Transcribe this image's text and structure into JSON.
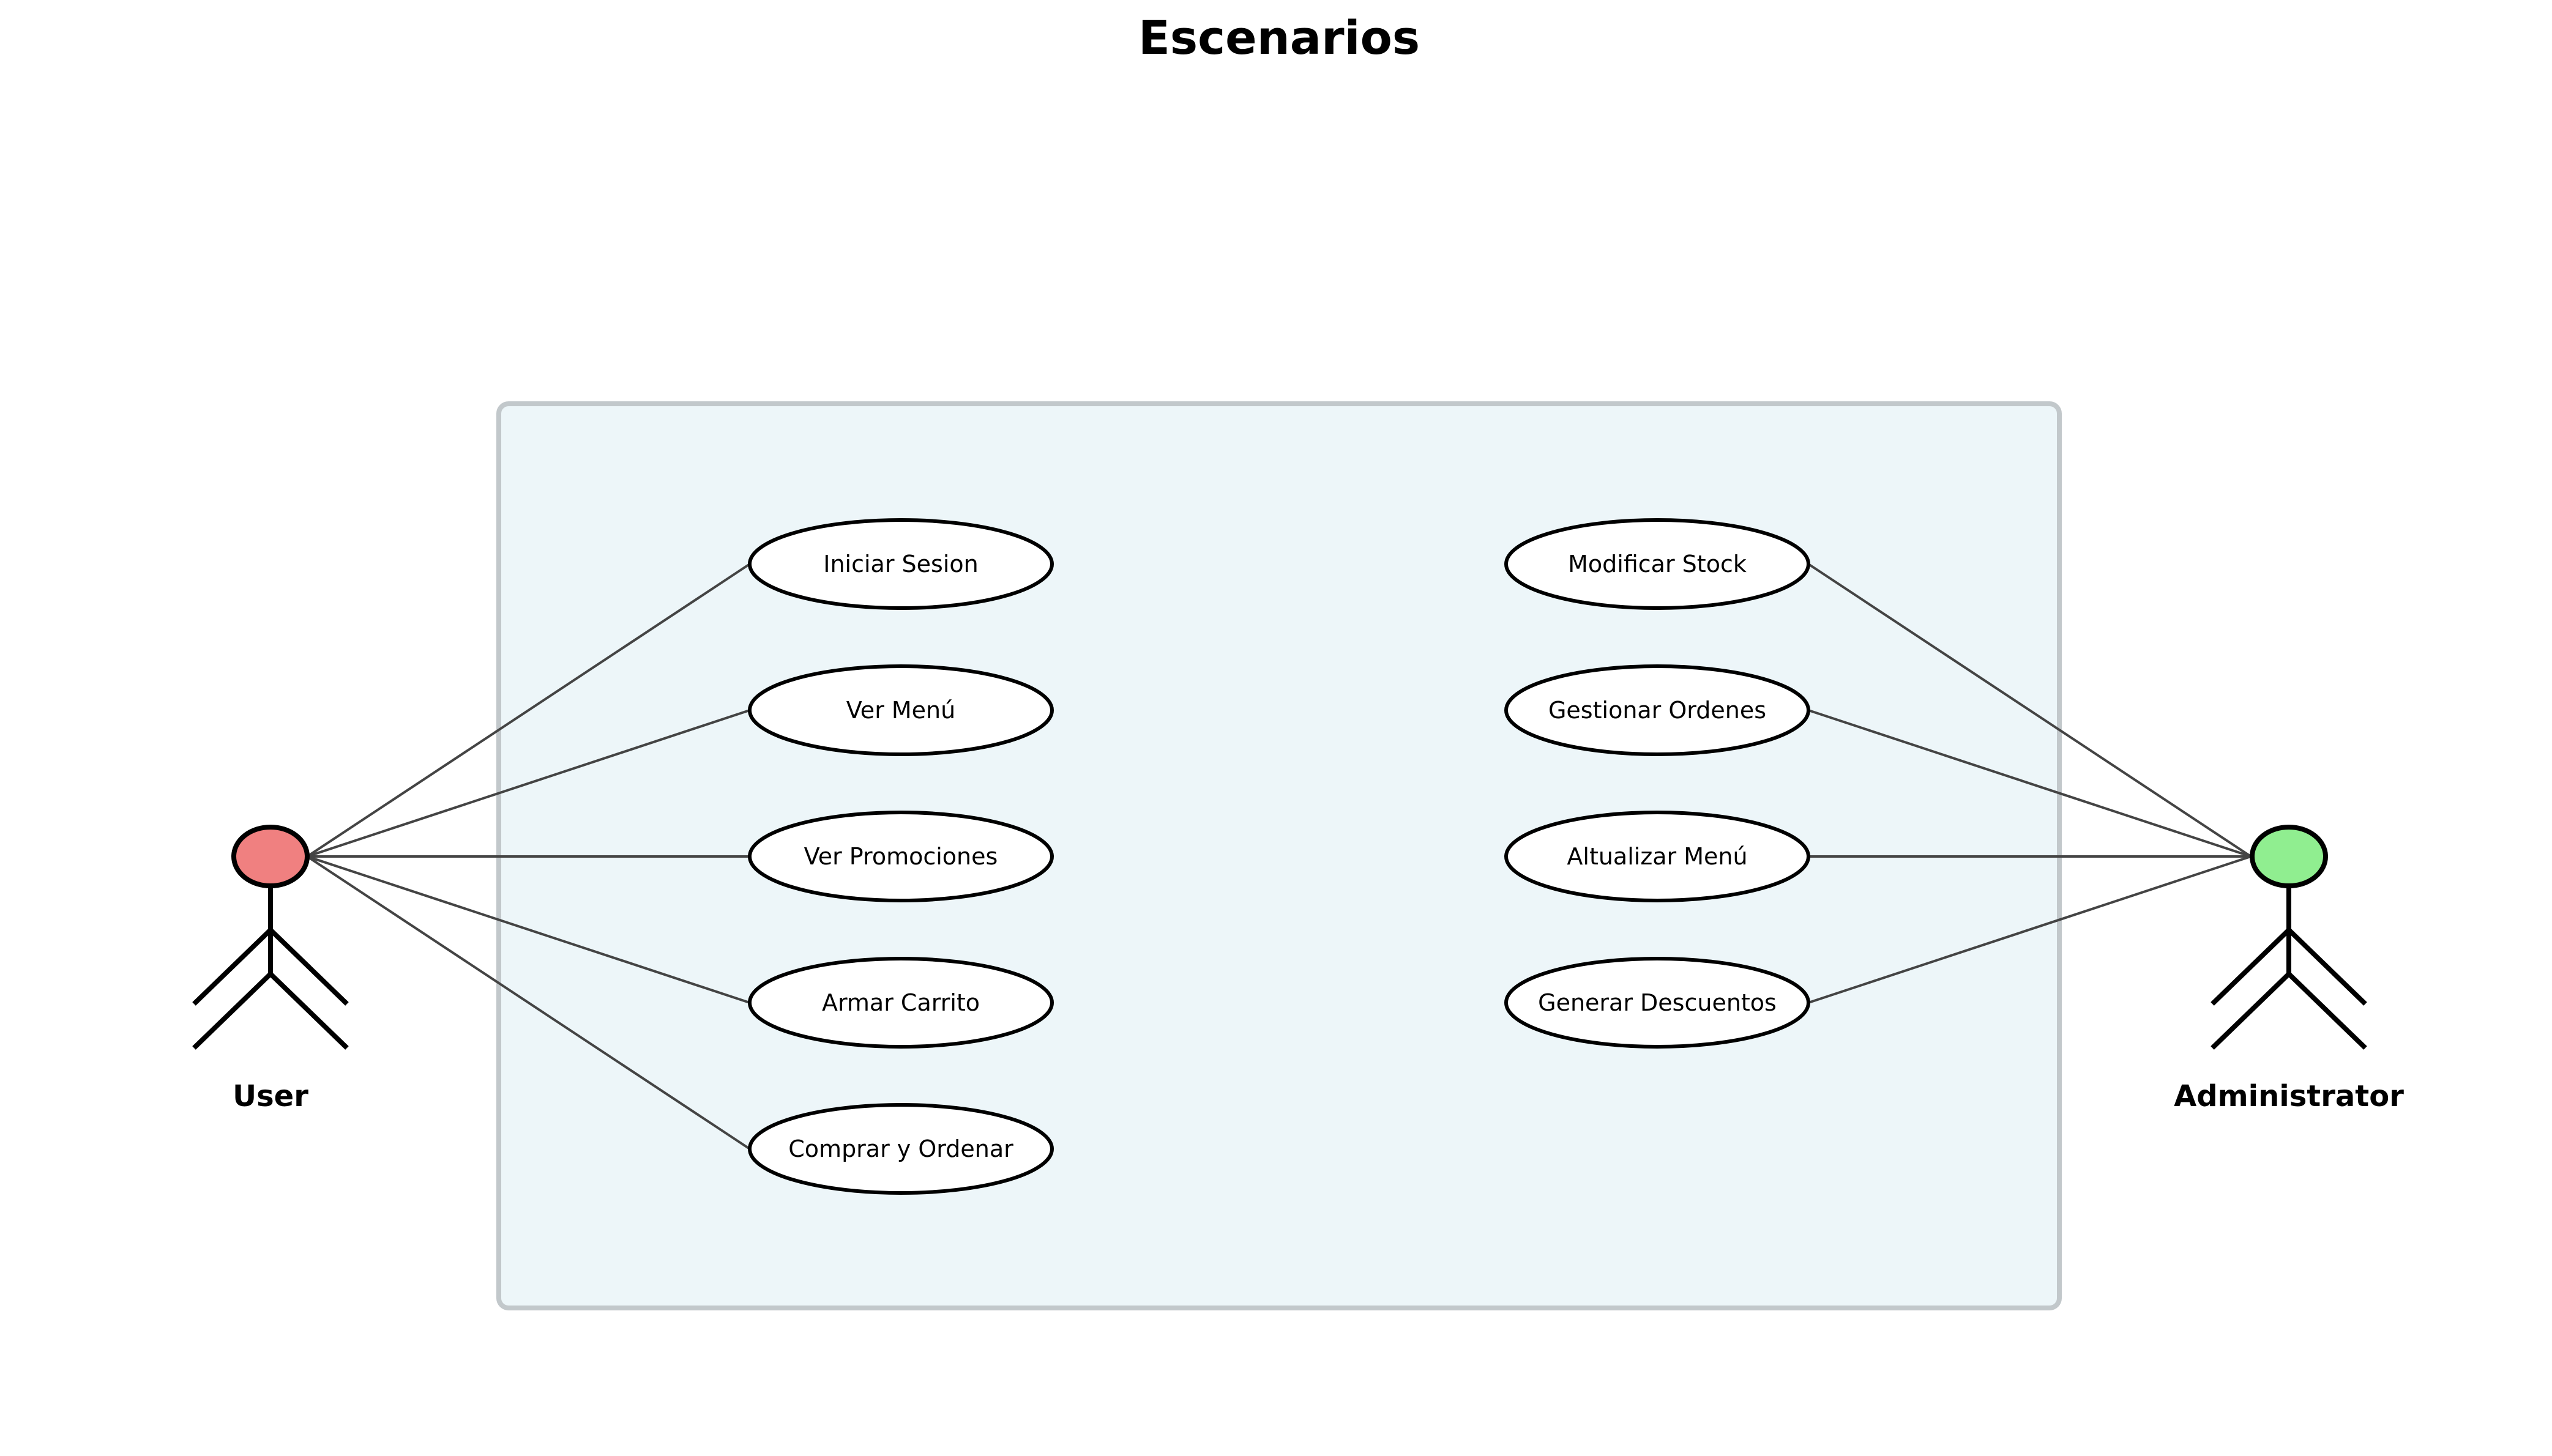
{
  "title": "Escenarios",
  "actors": {
    "user": {
      "label": "User",
      "head_color": "#F08080"
    },
    "admin": {
      "label": "Administrator",
      "head_color": "#90EE90"
    }
  },
  "system_boundary": {
    "fill": "#EDF6F9",
    "stroke": "#C2C8CB"
  },
  "user_use_cases": [
    {
      "label": "Iniciar Sesion"
    },
    {
      "label": "Ver Menú"
    },
    {
      "label": "Ver Promociones"
    },
    {
      "label": "Armar Carrito"
    },
    {
      "label": "Comprar y Ordenar"
    }
  ],
  "admin_use_cases": [
    {
      "label": "Modificar Stock"
    },
    {
      "label": "Gestionar Ordenes"
    },
    {
      "label": "Altualizar Menú"
    },
    {
      "label": "Generar Descuentos"
    }
  ]
}
